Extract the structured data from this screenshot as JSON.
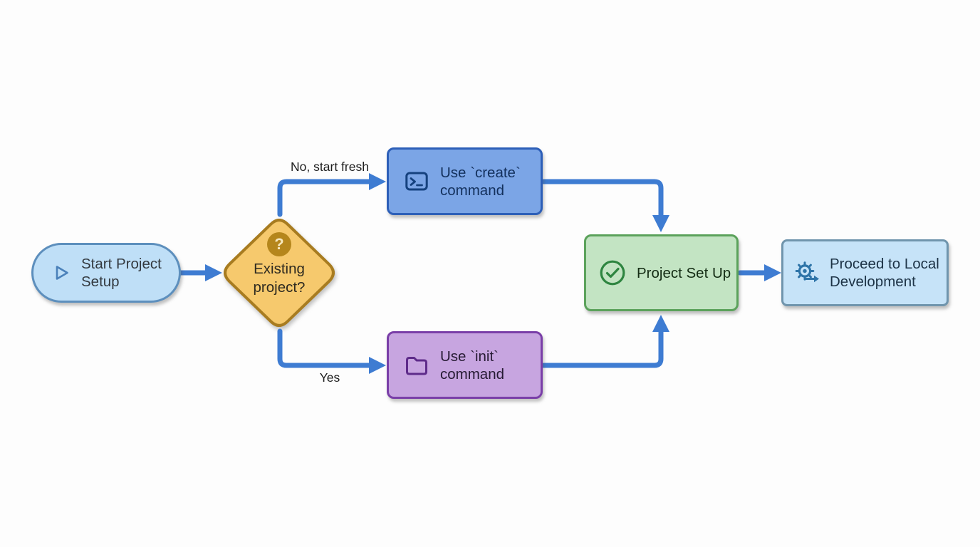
{
  "nodes": {
    "start": {
      "icon": "play-icon",
      "lines": [
        "Start Project",
        "Setup"
      ]
    },
    "decision": {
      "icon": "question-icon",
      "badge": "?",
      "lines": [
        "Existing",
        "project?"
      ]
    },
    "create": {
      "icon": "terminal-icon",
      "lines": [
        "Use `create`",
        "command"
      ]
    },
    "init": {
      "icon": "folder-icon",
      "lines": [
        "Use `init`",
        "command"
      ]
    },
    "done": {
      "icon": "check-circle-icon",
      "lines": [
        "Project Set Up"
      ]
    },
    "proceed": {
      "icon": "gear-arrow-icon",
      "lines": [
        "Proceed to Local",
        "Development"
      ]
    }
  },
  "edge_labels": {
    "no": "No, start fresh",
    "yes": "Yes"
  },
  "colors": {
    "bg": "#fdfdfd",
    "arrow": "#3e7cd2",
    "label": "#1d1d1d",
    "start-fill": "#bfdff7",
    "start-border": "#5d8fbd",
    "start-text": "#33393f",
    "play": "#4a81ba",
    "dec-fill": "#f6c96d",
    "dec-border": "#a87c20",
    "dec-text": "#2e2a20",
    "qbadge": "#b5861c",
    "qbadge-text": "#f6e7bd",
    "create-fill": "#7ba5e6",
    "create-border": "#2d5fb8",
    "create-text": "#13305c",
    "terminal": "#15417e",
    "init-fill": "#c7a5e0",
    "init-border": "#7a3fa8",
    "init-text": "#261a33",
    "folder": "#5e2b8a",
    "done-fill": "#c3e4c3",
    "done-border": "#5ba25b",
    "done-text": "#142c14",
    "check": "#2e8540",
    "pro-fill": "#c6e3f8",
    "pro-border": "#7095ad",
    "pro-text": "#1d3346",
    "gear": "#2e74a8"
  }
}
